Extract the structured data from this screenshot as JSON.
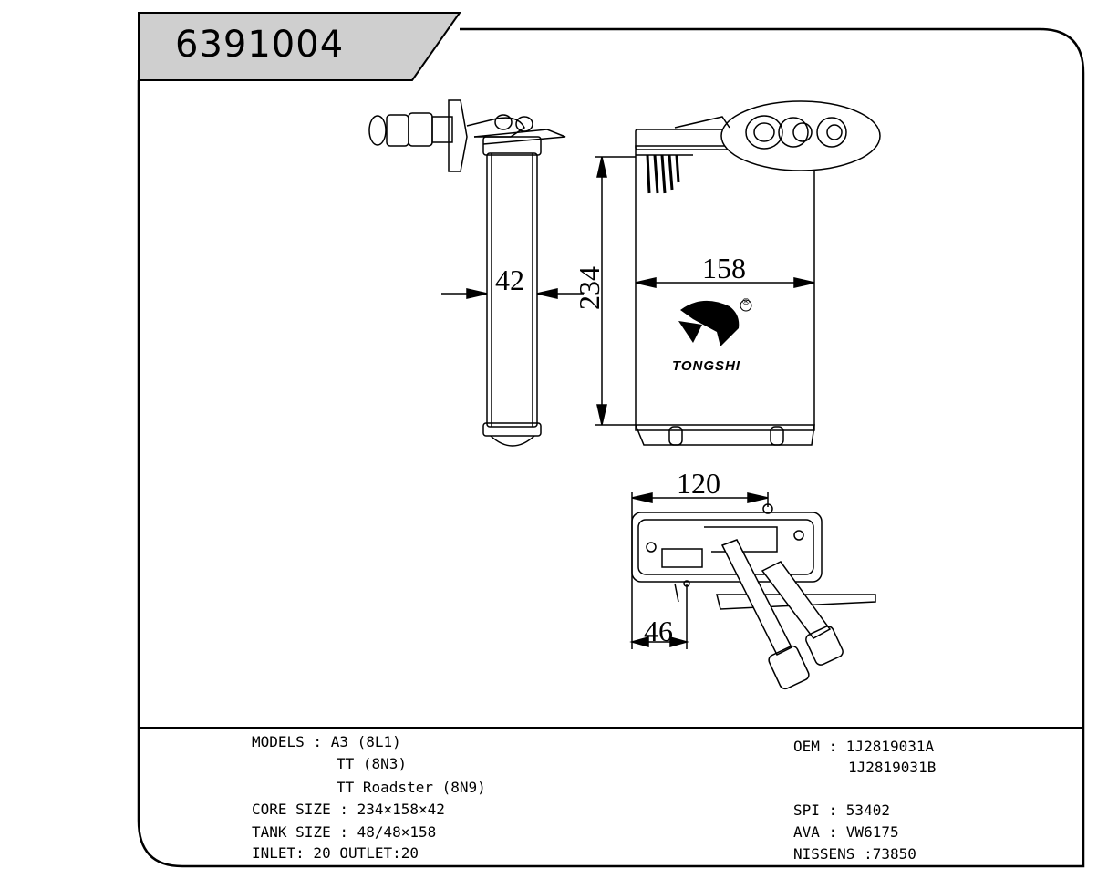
{
  "part_number": "6391004",
  "brand": {
    "name": "TONGSHI",
    "registered_mark": "®"
  },
  "dimensions": {
    "depth": "42",
    "height": "234",
    "width": "158",
    "pipe_span": "120",
    "pipe_offset": "46"
  },
  "specs": {
    "models_label": "MODELS : A3 (8L1)",
    "models_line2": "TT (8N3)",
    "models_line3": "TT Roadster (8N9)",
    "core_size": "CORE SIZE : 234×158×42",
    "tank_size": "TANK SIZE : 48/48×158",
    "inlet_outlet": "INLET: 20 OUTLET:20",
    "oem_line1": "OEM : 1J2819031A",
    "oem_line2": "1J2819031B",
    "spi": "SPI : 53402",
    "ava": "AVA : VW6175",
    "nissens": "NISSENS :73850"
  }
}
